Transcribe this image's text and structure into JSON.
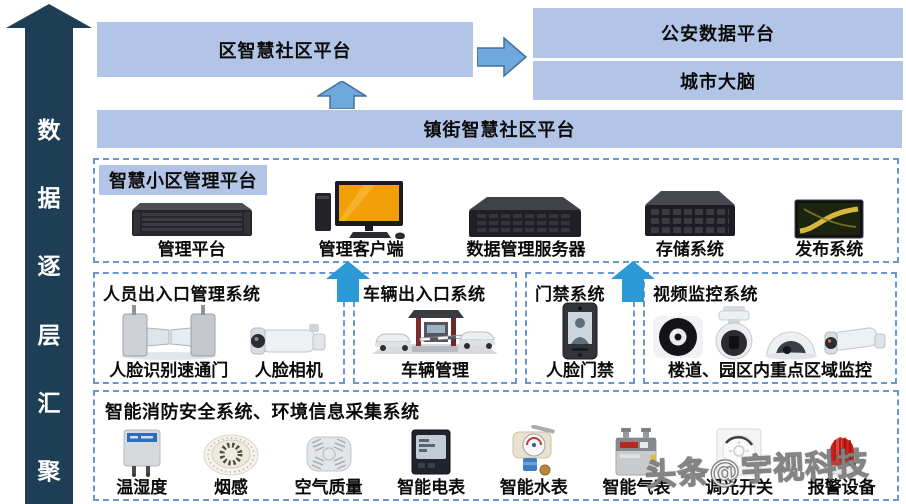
{
  "left_bar": {
    "label": "数据逐层汇聚",
    "chars": [
      "数",
      "据",
      "逐",
      "层",
      "汇",
      "聚"
    ]
  },
  "top_boxes": {
    "district_platform": "区智慧社区平台",
    "police_data_platform": "公安数据平台",
    "city_brain": "城市大脑",
    "street_platform": "镇街智慧社区平台"
  },
  "management_panel": {
    "title": "智慧小区管理平台",
    "items": [
      {
        "label": "管理平台",
        "icon": "rack-server-icon"
      },
      {
        "label": "管理客户端",
        "icon": "desktop-computer-icon"
      },
      {
        "label": "数据管理服务器",
        "icon": "data-server-icon"
      },
      {
        "label": "存储系统",
        "icon": "storage-server-icon"
      },
      {
        "label": "发布系统",
        "icon": "publish-display-icon"
      }
    ]
  },
  "subsystems": [
    {
      "title": "人员出入口管理系统",
      "items": [
        {
          "label": "人脸识别速通门",
          "icon": "speed-gate-icon"
        },
        {
          "label": "人脸相机",
          "icon": "bullet-camera-icon"
        }
      ]
    },
    {
      "title": "车辆出入口系统",
      "items": [
        {
          "label": "车辆管理",
          "icon": "vehicle-gate-icon"
        }
      ]
    },
    {
      "title": "门禁系统",
      "items": [
        {
          "label": "人脸门禁",
          "icon": "face-access-terminal-icon"
        }
      ]
    },
    {
      "title": "视频监控系统",
      "caption": "楼道、园区内重点区域监控",
      "icons": [
        "fisheye-camera-icon",
        "ptz-camera-icon",
        "dome-camera-icon",
        "bullet-camera-icon"
      ]
    }
  ],
  "env_panel": {
    "title": "智能消防安全系统、环境信息采集系统",
    "items": [
      {
        "label": "温湿度",
        "icon": "temp-humidity-sensor-icon"
      },
      {
        "label": "烟感",
        "icon": "smoke-detector-icon"
      },
      {
        "label": "空气质量",
        "icon": "air-quality-sensor-icon"
      },
      {
        "label": "智能电表",
        "icon": "smart-electric-meter-icon"
      },
      {
        "label": "智能水表",
        "icon": "smart-water-meter-icon"
      },
      {
        "label": "智能气表",
        "icon": "smart-gas-meter-icon"
      },
      {
        "label": "调光开关",
        "icon": "dimmer-switch-icon"
      },
      {
        "label": "报警设备",
        "icon": "alarm-beacon-icon"
      }
    ]
  },
  "watermark": "头条@宇视科技",
  "colors": {
    "box_fill": "#b3c5e6",
    "dark_bar": "#1d3e55",
    "arrow_fill": "#6fa8dc",
    "arrow_stroke": "#41719c",
    "bright_arrow": "#2b99d6",
    "dashed_border": "#6b96d2"
  }
}
